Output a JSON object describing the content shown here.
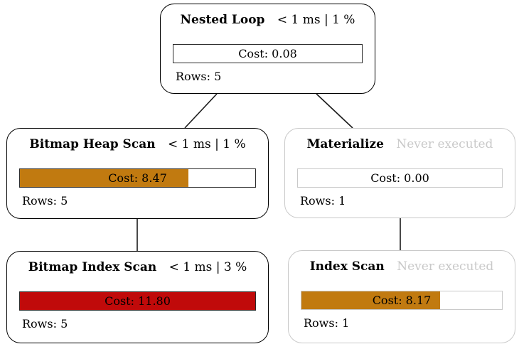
{
  "diagram": {
    "type": "query-plan-tree",
    "max_cost": 11.8
  },
  "colors": {
    "bar_fill_orange": "#C17A10",
    "bar_fill_red": "#C00A0A",
    "muted_gray": "#C9C9C9",
    "node_border": "#000000",
    "edge_line": "#1A1A1A"
  },
  "nodes": [
    {
      "id": "nested-loop",
      "name": "Nested Loop",
      "status": "< 1 ms | 1 %",
      "cost_label": "Cost: 0.08",
      "cost_value": 0.08,
      "rows_label": "Rows: 5",
      "rows_value": 5,
      "bar_fill_pct": 0,
      "bar_fill_color": null,
      "muted": false
    },
    {
      "id": "bitmap-heap-scan",
      "name": "Bitmap Heap Scan",
      "status": "< 1 ms | 1 %",
      "cost_label": "Cost: 8.47",
      "cost_value": 8.47,
      "rows_label": "Rows: 5",
      "rows_value": 5,
      "bar_fill_pct": 71.6,
      "bar_fill_color": "#C17A10",
      "muted": false
    },
    {
      "id": "materialize",
      "name": "Materialize",
      "status": "Never executed",
      "cost_label": "Cost: 0.00",
      "cost_value": 0.0,
      "rows_label": "Rows: 1",
      "rows_value": 1,
      "bar_fill_pct": 0,
      "bar_fill_color": null,
      "muted": true
    },
    {
      "id": "bitmap-index-scan",
      "name": "Bitmap Index Scan",
      "status": "< 1 ms | 3 %",
      "cost_label": "Cost: 11.80",
      "cost_value": 11.8,
      "rows_label": "Rows: 5",
      "rows_value": 5,
      "bar_fill_pct": 100,
      "bar_fill_color": "#C00A0A",
      "muted": false
    },
    {
      "id": "index-scan",
      "name": "Index Scan",
      "status": "Never executed",
      "cost_label": "Cost: 8.17",
      "cost_value": 8.17,
      "rows_label": "Rows: 1",
      "rows_value": 1,
      "bar_fill_pct": 69,
      "bar_fill_color": "#C17A10",
      "muted": true
    }
  ],
  "edges": [
    {
      "from": "nested-loop",
      "to": "bitmap-heap-scan"
    },
    {
      "from": "nested-loop",
      "to": "materialize"
    },
    {
      "from": "bitmap-heap-scan",
      "to": "bitmap-index-scan"
    },
    {
      "from": "materialize",
      "to": "index-scan"
    }
  ]
}
